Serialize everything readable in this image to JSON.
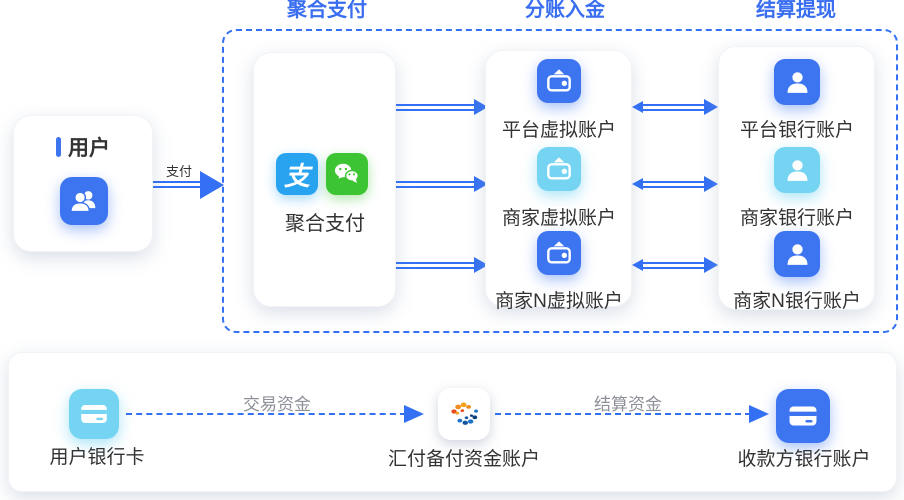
{
  "headers": [
    {
      "label": "聚合支付"
    },
    {
      "label": "分账入金"
    },
    {
      "label": "结算提现"
    }
  ],
  "user_box": {
    "label": "用户",
    "icon": "users-icon"
  },
  "pay_arrow": {
    "label": "支付"
  },
  "aggregate_box": {
    "label": "聚合支付",
    "icons": [
      {
        "name": "alipay-icon",
        "glyph": "支"
      },
      {
        "name": "wechat-icon"
      }
    ]
  },
  "virtual_account_box": {
    "items": [
      {
        "label": "平台虚拟账户",
        "icon": "wallet-icon",
        "tint": "blue"
      },
      {
        "label": "商家虚拟账户",
        "icon": "wallet-icon",
        "tint": "sky"
      },
      {
        "label": "商家N虚拟账户",
        "icon": "wallet-icon",
        "tint": "blue"
      }
    ]
  },
  "bank_account_box": {
    "items": [
      {
        "label": "平台银行账户",
        "icon": "person-icon",
        "tint": "blue"
      },
      {
        "label": "商家银行账户",
        "icon": "person-icon",
        "tint": "sky"
      },
      {
        "label": "商家N银行账户",
        "icon": "person-icon",
        "tint": "blue"
      }
    ]
  },
  "bottom_flow": {
    "nodes": [
      {
        "label": "用户银行卡",
        "icon": "bank-card-icon",
        "tint": "sky"
      },
      {
        "label": "汇付备付资金账户",
        "icon": "huifu-logo-icon",
        "tint": "white"
      },
      {
        "label": "收款方银行账户",
        "icon": "bank-card-icon",
        "tint": "blue"
      }
    ],
    "edges": [
      {
        "label": "交易资金"
      },
      {
        "label": "结算资金"
      }
    ]
  },
  "colors": {
    "accent-blue": "#3370F4",
    "header-blue": "#3A6EF0",
    "icon-blue": "#3D75F0",
    "icon-sky": "#74D4F2",
    "alipay-blue": "#28A3EF",
    "wechat-green": "#3DC433",
    "huifu-orange": "#F08C1F",
    "huifu-deep-blue": "#16559F",
    "text-dark": "#333333",
    "label-gray": "#8D9099"
  }
}
